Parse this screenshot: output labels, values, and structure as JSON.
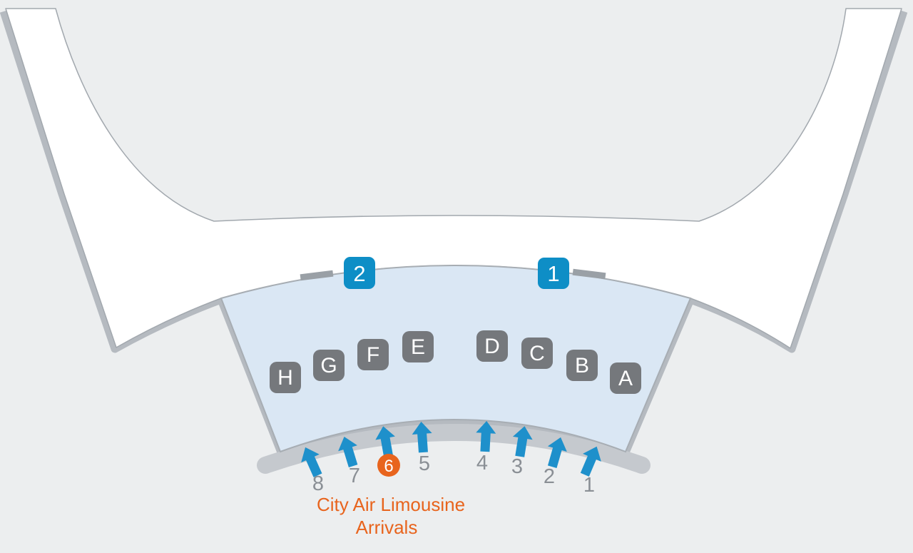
{
  "colors": {
    "background": "#ECEEEF",
    "building": "#FFFFFF",
    "building_outline": "#A2A8AE",
    "shadow_gray": "#B5BAC0",
    "curb_gray": "#C5C9CE",
    "hall_blue": "#DAE7F4",
    "hall_border": "#A7ADB3",
    "accent_blue": "#0E8EC6",
    "arrow_blue": "#1E90CB",
    "door_gray": "#75787C",
    "marker_gray": "#9AA0A6",
    "number_gray": "#8A8F95",
    "highlight_orange": "#E8641D"
  },
  "icons": {
    "stop_arrow": "arrow-up"
  },
  "terminal": {
    "exits": [
      {
        "label": "2"
      },
      {
        "label": "1"
      }
    ],
    "doors": [
      "H",
      "G",
      "F",
      "E",
      "D",
      "C",
      "B",
      "A"
    ],
    "stops": [
      {
        "label": "8",
        "highlighted": false
      },
      {
        "label": "7",
        "highlighted": false
      },
      {
        "label": "6",
        "highlighted": true
      },
      {
        "label": "5",
        "highlighted": false
      },
      {
        "label": "4",
        "highlighted": false
      },
      {
        "label": "3",
        "highlighted": false
      },
      {
        "label": "2",
        "highlighted": false
      },
      {
        "label": "1",
        "highlighted": false
      }
    ],
    "caption": {
      "line1": "City Air Limousine",
      "line2": "Arrivals"
    }
  }
}
